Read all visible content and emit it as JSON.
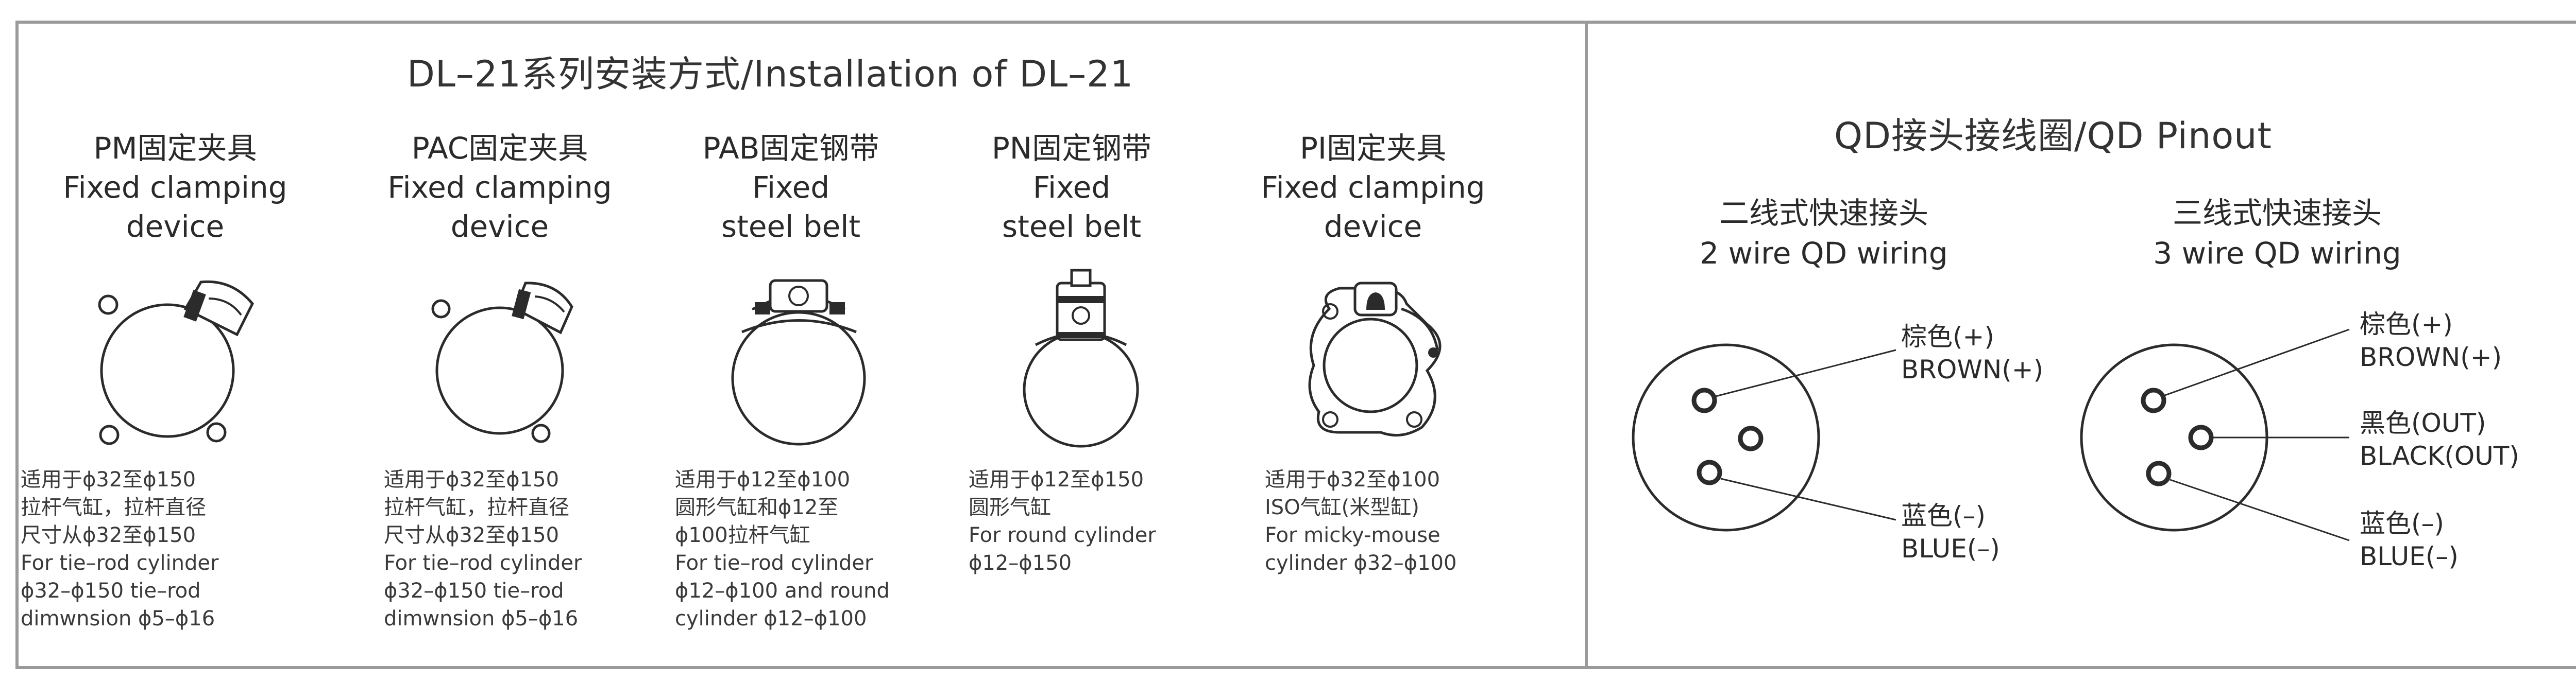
{
  "installation": {
    "title": "DL–21系列安装方式/Installation of DL–21",
    "devices": [
      {
        "heading": [
          "PM固定夹具",
          "Fixed clamping",
          "device"
        ],
        "description": [
          "适用于ϕ32至ϕ150",
          "拉杆气缸，拉杆直径",
          "尺寸从ϕ32至ϕ150",
          "For tie–rod cylinder",
          "ϕ32–ϕ150 tie–rod",
          "dimwnsion ϕ5–ϕ16"
        ]
      },
      {
        "heading": [
          "PAC固定夹具",
          "Fixed clamping",
          "device"
        ],
        "description": [
          "适用于ϕ32至ϕ150",
          "拉杆气缸，拉杆直径",
          "尺寸从ϕ32至ϕ150",
          "For tie–rod cylinder",
          "ϕ32–ϕ150 tie–rod",
          "dimwnsion ϕ5–ϕ16"
        ]
      },
      {
        "heading": [
          "PAB固定钢带",
          "Fixed",
          "steel belt"
        ],
        "description": [
          "适用于ϕ12至ϕ100",
          "圆形气缸和ϕ12至",
          "ϕ100拉杆气缸",
          "For tie–rod cylinder",
          "ϕ12–ϕ100 and round",
          "cylinder ϕ12–ϕ100"
        ]
      },
      {
        "heading": [
          "PN固定钢带",
          "Fixed",
          "steel belt"
        ],
        "description": [
          "适用于ϕ12至ϕ150",
          "圆形气缸",
          "For round cylinder",
          "ϕ12–ϕ150"
        ]
      },
      {
        "heading": [
          "PI固定夹具",
          "Fixed clamping",
          "device"
        ],
        "description": [
          "适用于ϕ32至ϕ100",
          "ISO气缸(米型缸)",
          "For micky-mouse",
          "cylinder ϕ32–ϕ100"
        ]
      }
    ]
  },
  "pinout": {
    "title": "QD接头接线圈/QD Pinout",
    "two_wire": {
      "heading": [
        "二线式快速接头",
        "2 wire QD wiring"
      ],
      "pins": [
        {
          "cn": "棕色(+)",
          "en": "BROWN(+)"
        },
        {
          "cn": "蓝色(–)",
          "en": "BLUE(–)"
        }
      ]
    },
    "three_wire": {
      "heading": [
        "三线式快速接头",
        "3 wire QD wiring"
      ],
      "pins": [
        {
          "cn": "棕色(+)",
          "en": "BROWN(+)"
        },
        {
          "cn": "黑色(OUT)",
          "en": "BLACK(OUT)"
        },
        {
          "cn": "蓝色(–)",
          "en": "BLUE(–)"
        }
      ]
    }
  },
  "colors": {
    "border": "#9a9a9a",
    "stroke": "#2b2b2b",
    "text": "#2b2b2b"
  }
}
